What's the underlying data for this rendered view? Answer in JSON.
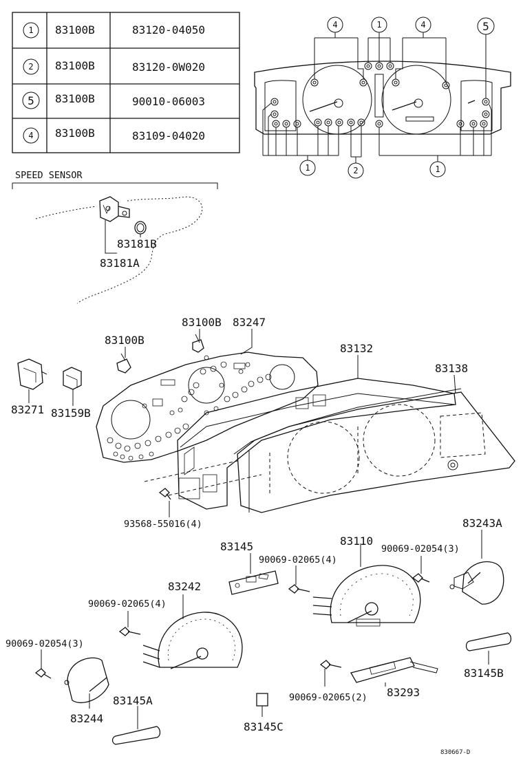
{
  "legend": {
    "rows": [
      {
        "key": "1",
        "part": "83100B",
        "bulb": "83120-04050"
      },
      {
        "key": "2",
        "part": "83100B",
        "bulb": "83120-0W020"
      },
      {
        "key": "5",
        "part": "83100B",
        "bulb": "90010-06003"
      },
      {
        "key": "4",
        "part": "83100B",
        "bulb": "83109-04020"
      }
    ]
  },
  "cluster_markers": {
    "top_left": "4",
    "top_mid": "1",
    "top_right": "4",
    "top_far": "5",
    "bottom_left": "1",
    "bottom_mid": "2",
    "bottom_right": "1"
  },
  "speed_sensor": {
    "title": "SPEED SENSOR",
    "part_b": "83181B",
    "part_a": "83181A"
  },
  "parts": {
    "p83100B_a": "83100B",
    "p83247": "83247",
    "p83100B_b": "83100B",
    "p83132": "83132",
    "p83138": "83138",
    "p83271": "83271",
    "p83159B": "83159B",
    "p93568": "93568-55016(4)",
    "p83145": "83145",
    "p90069_02065_4a": "90069-02065(4)",
    "p83110": "83110",
    "p90069_02054_3a": "90069-02054(3)",
    "p83243A": "83243A",
    "p83242": "83242",
    "p90069_02065_4b": "90069-02065(4)",
    "p90069_02054_3b": "90069-02054(3)",
    "p83145B": "83145B",
    "p83293": "83293",
    "p90069_02065_2": "90069-02065(2)",
    "p83244": "83244",
    "p83145A": "83145A",
    "p83145C": "83145C"
  },
  "drawing_number": "830667-D"
}
